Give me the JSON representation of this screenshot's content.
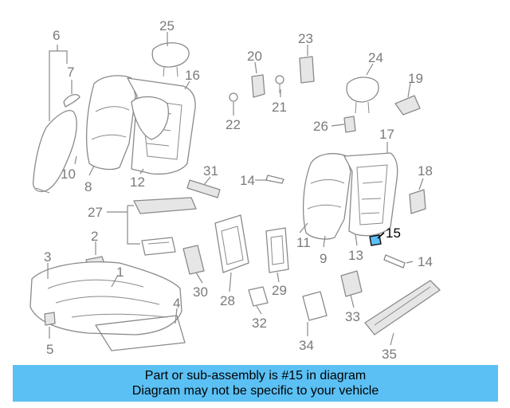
{
  "diagram": {
    "highlight_color": "#5bc0f4",
    "highlighted_part": "15",
    "callouts": [
      "1",
      "2",
      "3",
      "4",
      "5",
      "6",
      "7",
      "8",
      "9",
      "10",
      "11",
      "12",
      "13",
      "14",
      "14",
      "15",
      "16",
      "17",
      "18",
      "19",
      "20",
      "21",
      "22",
      "23",
      "24",
      "25",
      "26",
      "27",
      "28",
      "29",
      "30",
      "31",
      "32",
      "33",
      "34",
      "35"
    ]
  },
  "banner": {
    "line1": "Part or sub-assembly is #15 in diagram",
    "line2": "Diagram may not be specific to your vehicle"
  }
}
